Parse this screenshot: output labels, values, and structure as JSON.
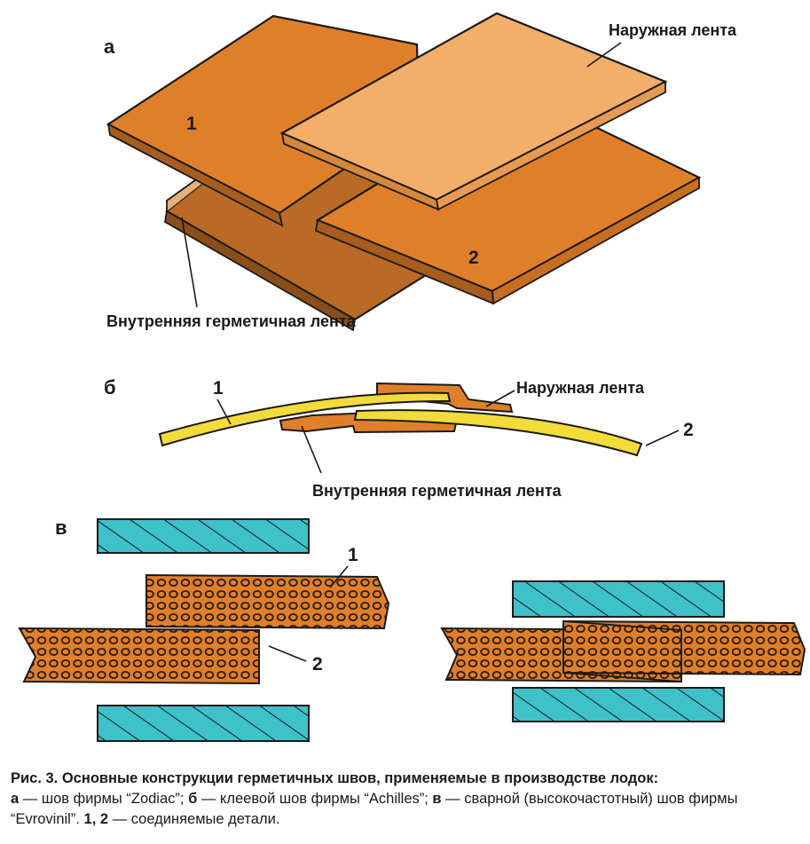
{
  "panels": {
    "a": {
      "letter": "а",
      "outer_tape": "Наружная лента",
      "part1": "1",
      "part2": "2",
      "inner_tape": "Внутренняя герметичная лента"
    },
    "b": {
      "letter": "б",
      "part1": "1",
      "part2": "2",
      "outer_tape": "Наружная лента",
      "inner_tape": "Внутренняя герметичная лента"
    },
    "v": {
      "letter": "в",
      "part1": "1",
      "part2": "2"
    }
  },
  "caption": {
    "title": "Рис. 3. Основные конструкции герметичных швов, применяемые в производстве лодок:",
    "a_key": "а",
    "a_text": " — шов фирмы “Zodiac”; ",
    "b_key": "б",
    "b_text": " — клеевой шов фирмы “Achilles”; ",
    "v_key": "в",
    "v_text": " — сварной (высокочастотный) шов фирмы “Evrovinil”. ",
    "parts_key": "1, 2",
    "parts_text": " — соединяемые детали."
  },
  "colors": {
    "sheet_orange": "#e07f2a",
    "sheet_light": "#f3ae6a",
    "sheet_dark": "#b96a24",
    "tape_yellow": "#f2dc3a",
    "electrode_cyan": "#3ec1c9",
    "outline": "#1a1a1a"
  }
}
